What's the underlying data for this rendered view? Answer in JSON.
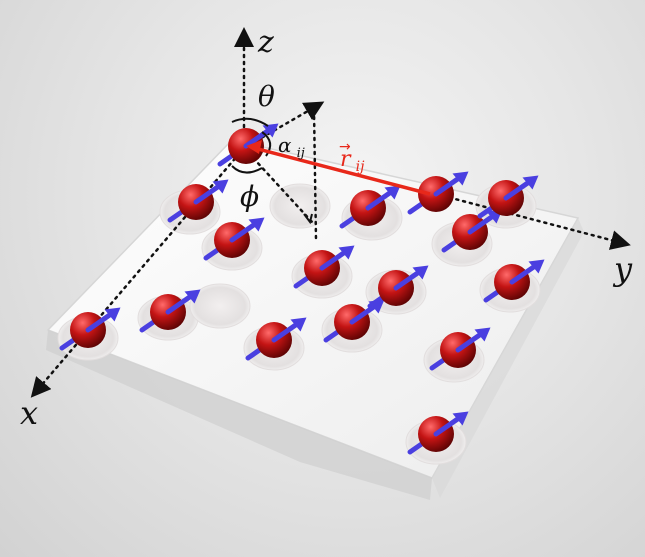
{
  "labels": {
    "axis_x": "x",
    "axis_y": "y",
    "axis_z": "z",
    "theta": "θ",
    "phi": "ϕ",
    "alpha_base": "α",
    "alpha_sub": "ij",
    "r_vec": "r",
    "r_arrow": "→",
    "r_sub": "ij"
  },
  "colors": {
    "atom": "#c01010",
    "spin_arrow": "#4a3fe0",
    "separation_vector": "#e8281a",
    "axis": "#111111",
    "lattice": "#fafafa"
  },
  "lattice": {
    "atom_count": 16,
    "spin_direction": "tilted up-right"
  }
}
